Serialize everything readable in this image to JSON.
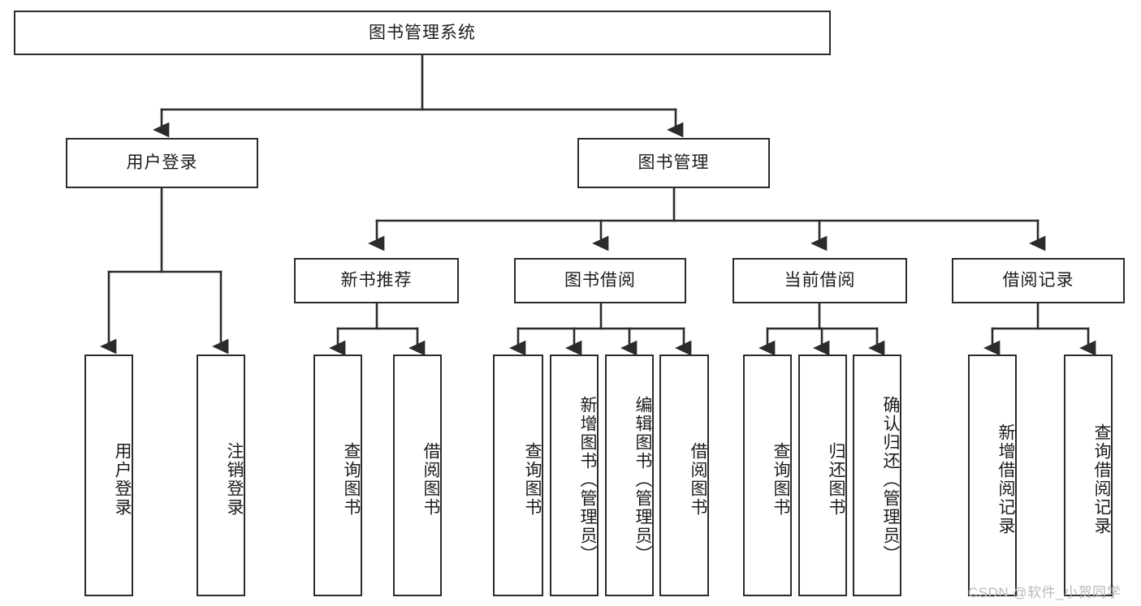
{
  "diagram": {
    "title": "图书管理系统",
    "watermark": "CSDN @软件_小贺同学",
    "line_color": "#2b2b2b",
    "box_fill": "#ffffff",
    "text_color": "#1c1c1c",
    "watermark_color": "#b9b9b9"
  },
  "nodes": {
    "root": {
      "label": "图书管理系统"
    },
    "level2": [
      {
        "label": "用户登录"
      },
      {
        "label": "图书管理"
      }
    ],
    "level3": [
      {
        "label": "新书推荐"
      },
      {
        "label": "图书借阅"
      },
      {
        "label": "当前借阅"
      },
      {
        "label": "借阅记录"
      }
    ],
    "leaves": {
      "user_login": [
        {
          "label": "用户登录"
        },
        {
          "label": "注销登录"
        }
      ],
      "new_book": [
        {
          "label": "查询图书"
        },
        {
          "label": "借阅图书"
        }
      ],
      "borrow_book": [
        {
          "label": "查询图书"
        },
        {
          "label": "新增图书（管理员）"
        },
        {
          "label": "编辑图书（管理员）"
        },
        {
          "label": "借阅图书"
        }
      ],
      "current_borrow": [
        {
          "label": "查询图书"
        },
        {
          "label": "归还图书"
        },
        {
          "label": "确认归还（管理员）"
        }
      ],
      "borrow_record": [
        {
          "label": "新增借阅记录"
        },
        {
          "label": "查询借阅记录"
        }
      ]
    }
  },
  "chart_data": {
    "type": "tree",
    "title": "图书管理系统",
    "orientation": "top-down",
    "tree": {
      "name": "图书管理系统",
      "children": [
        {
          "name": "用户登录",
          "children": [
            {
              "name": "用户登录"
            },
            {
              "name": "注销登录"
            }
          ]
        },
        {
          "name": "图书管理",
          "children": [
            {
              "name": "新书推荐",
              "children": [
                {
                  "name": "查询图书"
                },
                {
                  "name": "借阅图书"
                }
              ]
            },
            {
              "name": "图书借阅",
              "children": [
                {
                  "name": "查询图书"
                },
                {
                  "name": "新增图书（管理员）"
                },
                {
                  "name": "编辑图书（管理员）"
                },
                {
                  "name": "借阅图书"
                }
              ]
            },
            {
              "name": "当前借阅",
              "children": [
                {
                  "name": "查询图书"
                },
                {
                  "name": "归还图书"
                },
                {
                  "name": "确认归还（管理员）"
                }
              ]
            },
            {
              "name": "借阅记录",
              "children": [
                {
                  "name": "新增借阅记录"
                },
                {
                  "name": "查询借阅记录"
                }
              ]
            }
          ]
        }
      ]
    }
  }
}
